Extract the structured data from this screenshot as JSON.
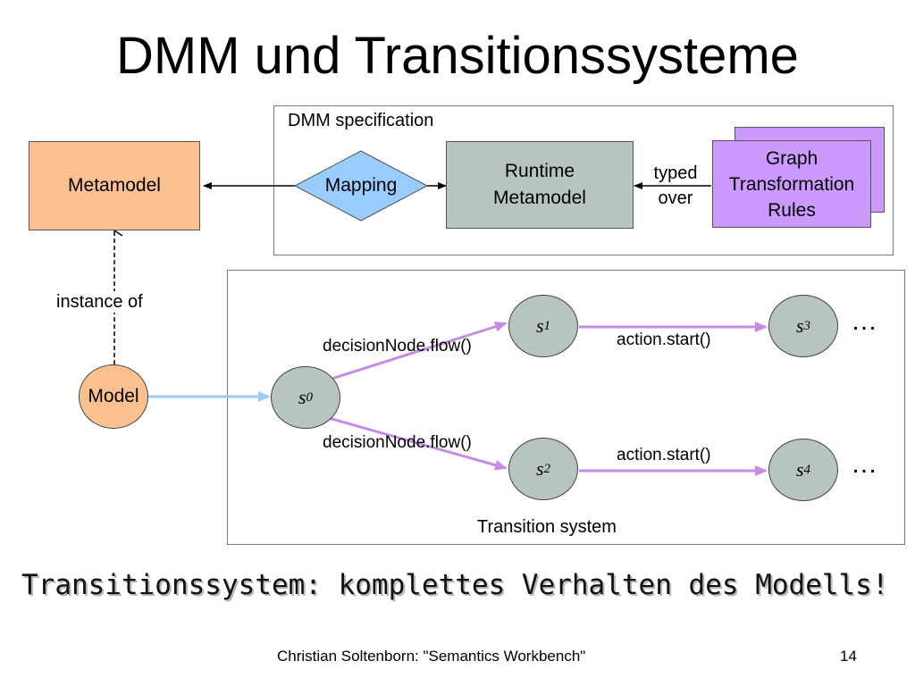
{
  "slide": {
    "title": "DMM und Transitionssysteme",
    "summary": "Transitionssystem: komplettes Verhalten des Modells!",
    "footer": "Christian Soltenborn: \"Semantics Workbench\"",
    "page_number": "14"
  },
  "dmm": {
    "frame_label": "DMM specification",
    "metamodel": "Metamodel",
    "mapping": "Mapping",
    "runtime_line1": "Runtime",
    "runtime_line2": "Metamodel",
    "typed_line1": "typed",
    "typed_line2": "over",
    "rules_line1": "Graph",
    "rules_line2": "Transformation",
    "rules_line3": "Rules",
    "instance_of": "instance of",
    "model": "Model"
  },
  "transition_system": {
    "frame_label": "Transition system",
    "states": {
      "s0": {
        "letter": "s",
        "index": "0"
      },
      "s1": {
        "letter": "s",
        "index": "1"
      },
      "s2": {
        "letter": "s",
        "index": "2"
      },
      "s3": {
        "letter": "s",
        "index": "3"
      },
      "s4": {
        "letter": "s",
        "index": "4"
      }
    },
    "edge_top": "decisionNode.flow()",
    "edge_bottom": "decisionNode.flow()",
    "action_top": "action.start()",
    "action_bottom": "action.start()",
    "ellipsis_top": "…",
    "ellipsis_bottom": "…"
  },
  "colors": {
    "metamodel": "#fac090",
    "mapping": "#99ccff",
    "runtime": "#b8c4bf",
    "rules": "#cc99ff",
    "state": "#b8c4bf",
    "model": "#fac090",
    "transition_arrow": "#c78ce6",
    "model_arrow": "#99ccff"
  }
}
